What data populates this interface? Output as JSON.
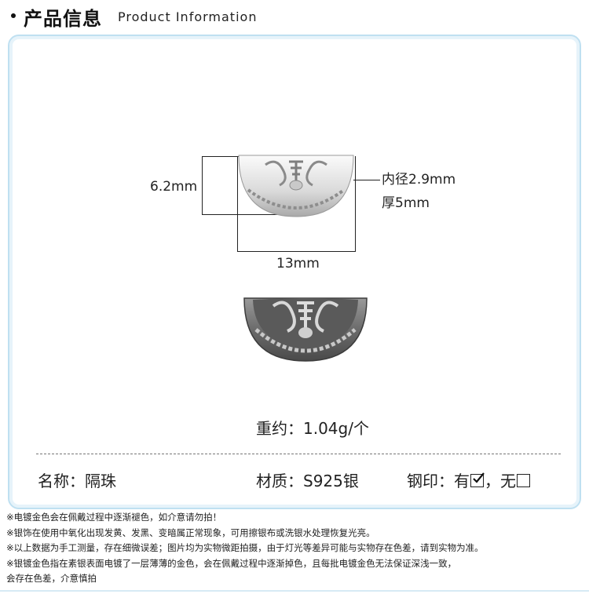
{
  "header": {
    "title_zh": "产品信息",
    "title_en": "Product Information"
  },
  "dimensions": {
    "height": "6.2mm",
    "width": "13mm",
    "inner_diameter": "内径2.9mm",
    "thickness": "厚5mm"
  },
  "weight": "重约：1.04g/个",
  "specs": {
    "name": "名称：隔珠",
    "material": "材质：S925银",
    "stamp_label": "钢印：有",
    "stamp_sep": "，无"
  },
  "notes": [
    "※电镀金色会在佩戴过程中逐渐褪色，如介意请勿拍！",
    "※银饰在使用中氧化出现发黄、发黑、变暗属正常现象，可用擦银布或洗银水处理恢复光亮。",
    "※以上数据为手工测量，存在细微误差；图片均为实物微距拍摄，由于灯光等差异可能与实物存在色差，请到实物为准。",
    "※银镀金色指在素银表面电镀了一层薄薄的金色，会在佩戴过程中逐渐掉色，且每批电镀金色无法保证深浅一致，",
    "会存在色差，介意慎拍"
  ],
  "colors": {
    "panel_border": "#bfe0f1",
    "text": "#222222"
  },
  "icons": {
    "product_top": "silver-spacer-bead-shiny",
    "product_bottom": "silver-spacer-bead-oxidized",
    "checked": "checkbox-checked-icon",
    "unchecked": "checkbox-empty-icon"
  }
}
